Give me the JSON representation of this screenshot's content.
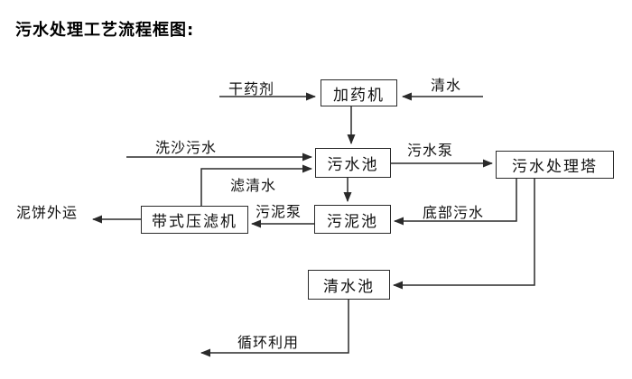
{
  "title": "污水处理工艺流程框图:",
  "nodes": {
    "dosing_machine": "加药机",
    "sewage_pool": "污水池",
    "treatment_tower": "污水处理塔",
    "sludge_pool": "污泥池",
    "belt_filter_press": "带式压滤机",
    "clean_water_pool": "清水池"
  },
  "flow_labels": {
    "dry_agent": "干药剂",
    "clean_water": "清水",
    "sand_wash_sewage": "洗沙污水",
    "filtered_water": "滤清水",
    "sewage_pump": "污水泵",
    "bottom_sewage": "底部污水",
    "sludge_pump": "污泥泵",
    "mud_cake_outbound": "泥饼外运",
    "recycling": "循环利用"
  },
  "edges": [
    {
      "from": "dry_agent_input",
      "to": "dosing_machine",
      "label": "干药剂"
    },
    {
      "from": "clean_water_input",
      "to": "dosing_machine",
      "label": "清水"
    },
    {
      "from": "dosing_machine",
      "to": "sewage_pool",
      "label": ""
    },
    {
      "from": "sand_wash_input",
      "to": "sewage_pool",
      "label": "洗沙污水"
    },
    {
      "from": "belt_filter_press",
      "to": "sewage_pool",
      "label": "滤清水"
    },
    {
      "from": "sewage_pool",
      "to": "treatment_tower",
      "label": "污水泵"
    },
    {
      "from": "sewage_pool",
      "to": "sludge_pool",
      "label": ""
    },
    {
      "from": "treatment_tower",
      "to": "sludge_pool",
      "label": "底部污水"
    },
    {
      "from": "treatment_tower",
      "to": "clean_water_pool",
      "label": ""
    },
    {
      "from": "sludge_pool",
      "to": "belt_filter_press",
      "label": "污泥泵"
    },
    {
      "from": "belt_filter_press",
      "to": "mud_cake_out",
      "label": "泥饼外运"
    },
    {
      "from": "clean_water_pool",
      "to": "recycle_out",
      "label": "循环利用"
    }
  ],
  "colors": {
    "background": "#ffffff",
    "line": "#2a2a2a",
    "text": "#111111"
  }
}
